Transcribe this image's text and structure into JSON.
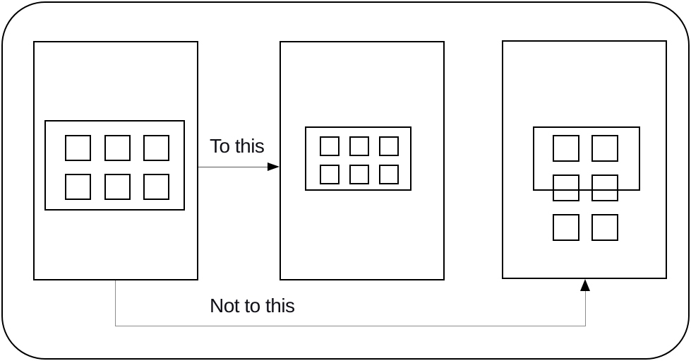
{
  "diagram": {
    "labels": {
      "to_this": "To this",
      "not_to_this": "Not to this"
    },
    "colors": {
      "background": "#ffffff",
      "outline": "#000000",
      "connector_line": "#8c8c8c",
      "arrowhead": "#000000",
      "text": "#101018"
    },
    "panels": [
      {
        "name": "original-page",
        "grid_columns": 3,
        "grid_rows": 2,
        "square_count": 6,
        "content_fits_container": true
      },
      {
        "name": "reflow-correct-page",
        "grid_columns": 3,
        "grid_rows": 2,
        "square_count": 6,
        "content_fits_container": true
      },
      {
        "name": "overflow-incorrect-page",
        "grid_columns": 2,
        "grid_rows": 3,
        "square_count": 6,
        "content_fits_container": false
      }
    ],
    "arrows": [
      {
        "name": "to-this-arrow",
        "label": "To this",
        "from": "original-page",
        "to": "reflow-correct-page",
        "direction": "right"
      },
      {
        "name": "not-to-this-arrow",
        "label": "Not to this",
        "from": "original-page",
        "to": "overflow-incorrect-page",
        "direction": "down-right-up"
      }
    ]
  }
}
